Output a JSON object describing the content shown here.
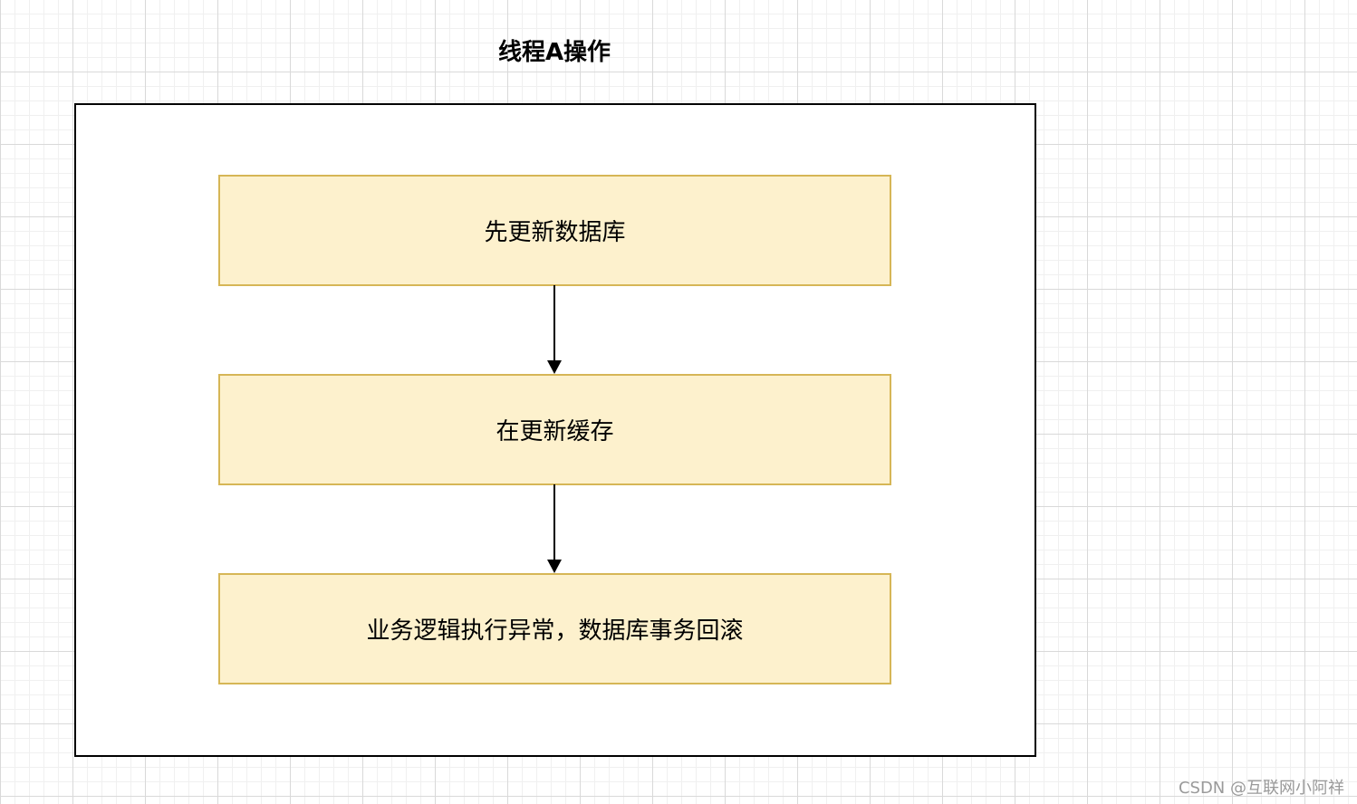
{
  "diagram": {
    "title": "线程A操作",
    "steps": [
      {
        "label": "先更新数据库"
      },
      {
        "label": "在更新缓存"
      },
      {
        "label": "业务逻辑执行异常，数据库事务回滚"
      }
    ],
    "colors": {
      "step_fill": "#fdf1cd",
      "step_border": "#d6b656",
      "frame_border": "#000000",
      "arrow": "#000000"
    }
  },
  "watermark": "CSDN @互联网小阿祥"
}
